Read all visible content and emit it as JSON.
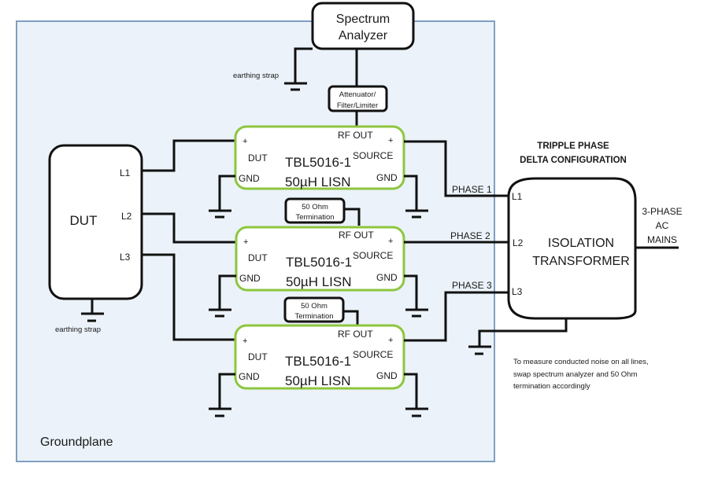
{
  "diagram": {
    "groundplane_label": "Groundplane",
    "spectrum_analyzer": {
      "line1": "Spectrum",
      "line2": "Analyzer"
    },
    "sa_earthing_label": "earthing strap",
    "attenuator": {
      "line1": "Attenuator/",
      "line2": "Filter/Limiter"
    },
    "dut": {
      "label": "DUT",
      "ports": [
        "L1",
        "L2",
        "L3"
      ],
      "earthing_label": "earthing strap"
    },
    "lisns": [
      {
        "rf_out": "RF OUT",
        "plus_left": "+",
        "plus_right": "+",
        "dut": "DUT",
        "source": "SOURCE",
        "gnd_left": "GND",
        "gnd_right": "GND",
        "model": "TBL5016-1",
        "desc": "50µH LISN"
      },
      {
        "rf_out": "RF OUT",
        "plus_left": "+",
        "plus_right": "+",
        "dut": "DUT",
        "source": "SOURCE",
        "gnd_left": "GND",
        "gnd_right": "GND",
        "model": "TBL5016-1",
        "desc": "50µH LISN"
      },
      {
        "rf_out": "RF OUT",
        "plus_left": "+",
        "plus_right": "+",
        "dut": "DUT",
        "source": "SOURCE",
        "gnd_left": "GND",
        "gnd_right": "GND",
        "model": "TBL5016-1",
        "desc": "50µH LISN"
      }
    ],
    "terminations": [
      {
        "line1": "50 Ohm",
        "line2": "Termination"
      },
      {
        "line1": "50 Ohm",
        "line2": "Termination"
      }
    ],
    "phases": [
      "PHASE 1",
      "PHASE 2",
      "PHASE 3"
    ],
    "transformer": {
      "title_line1": "TRIPPLE PHASE",
      "title_line2": "DELTA CONFIGURATION",
      "label_line1": "ISOLATION",
      "label_line2": "TRANSFORMER",
      "ports": [
        "L1",
        "L2",
        "L3"
      ]
    },
    "mains": {
      "line1": "3-PHASE",
      "line2": "AC",
      "line3": "MAINS"
    },
    "note": {
      "line1": "To measure conducted noise on all lines,",
      "line2": "swap spectrum analyzer and 50 Ohm",
      "line3": "termination accordingly"
    },
    "colors": {
      "groundplane_fill": "#ebf2f9",
      "groundplane_border": "#7f9fc0",
      "lisn_border": "#8dc63f",
      "wire": "#111111"
    }
  }
}
